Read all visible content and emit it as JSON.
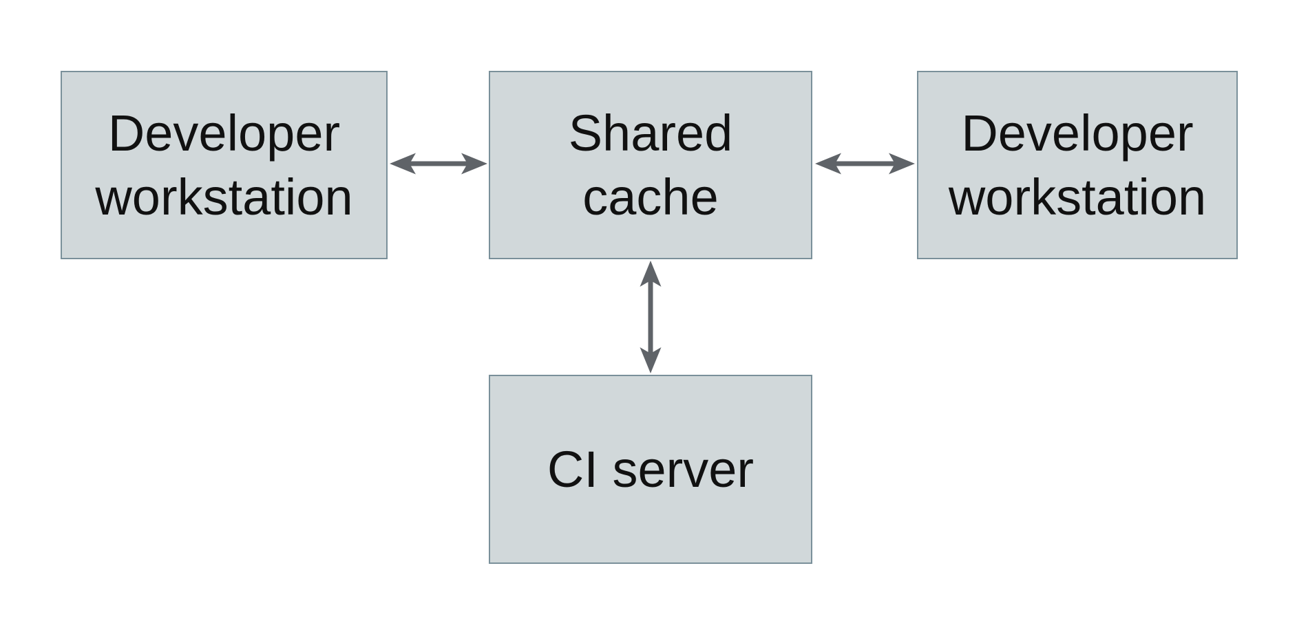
{
  "diagram": {
    "type": "architecture-diagram",
    "colors": {
      "background": "#ffffff",
      "node_fill": "#d1d8da",
      "node_border": "#7a909a",
      "arrow": "#5f6368",
      "text": "#111111"
    },
    "nodes": [
      {
        "id": "developer-workstation-left",
        "label": "Developer workstation",
        "lines": [
          "Developer",
          "workstation"
        ]
      },
      {
        "id": "shared-cache",
        "label": "Shared cache",
        "lines": [
          "Shared",
          "cache"
        ]
      },
      {
        "id": "developer-workstation-right",
        "label": "Developer workstation",
        "lines": [
          "Developer",
          "workstation"
        ]
      },
      {
        "id": "ci-server",
        "label": "CI server",
        "lines": [
          "CI server"
        ]
      }
    ],
    "edges": [
      {
        "from": "developer-workstation-left",
        "to": "shared-cache",
        "type": "bidirectional-arrow"
      },
      {
        "from": "shared-cache",
        "to": "developer-workstation-right",
        "type": "bidirectional-arrow"
      },
      {
        "from": "shared-cache",
        "to": "ci-server",
        "type": "bidirectional-arrow"
      }
    ]
  }
}
